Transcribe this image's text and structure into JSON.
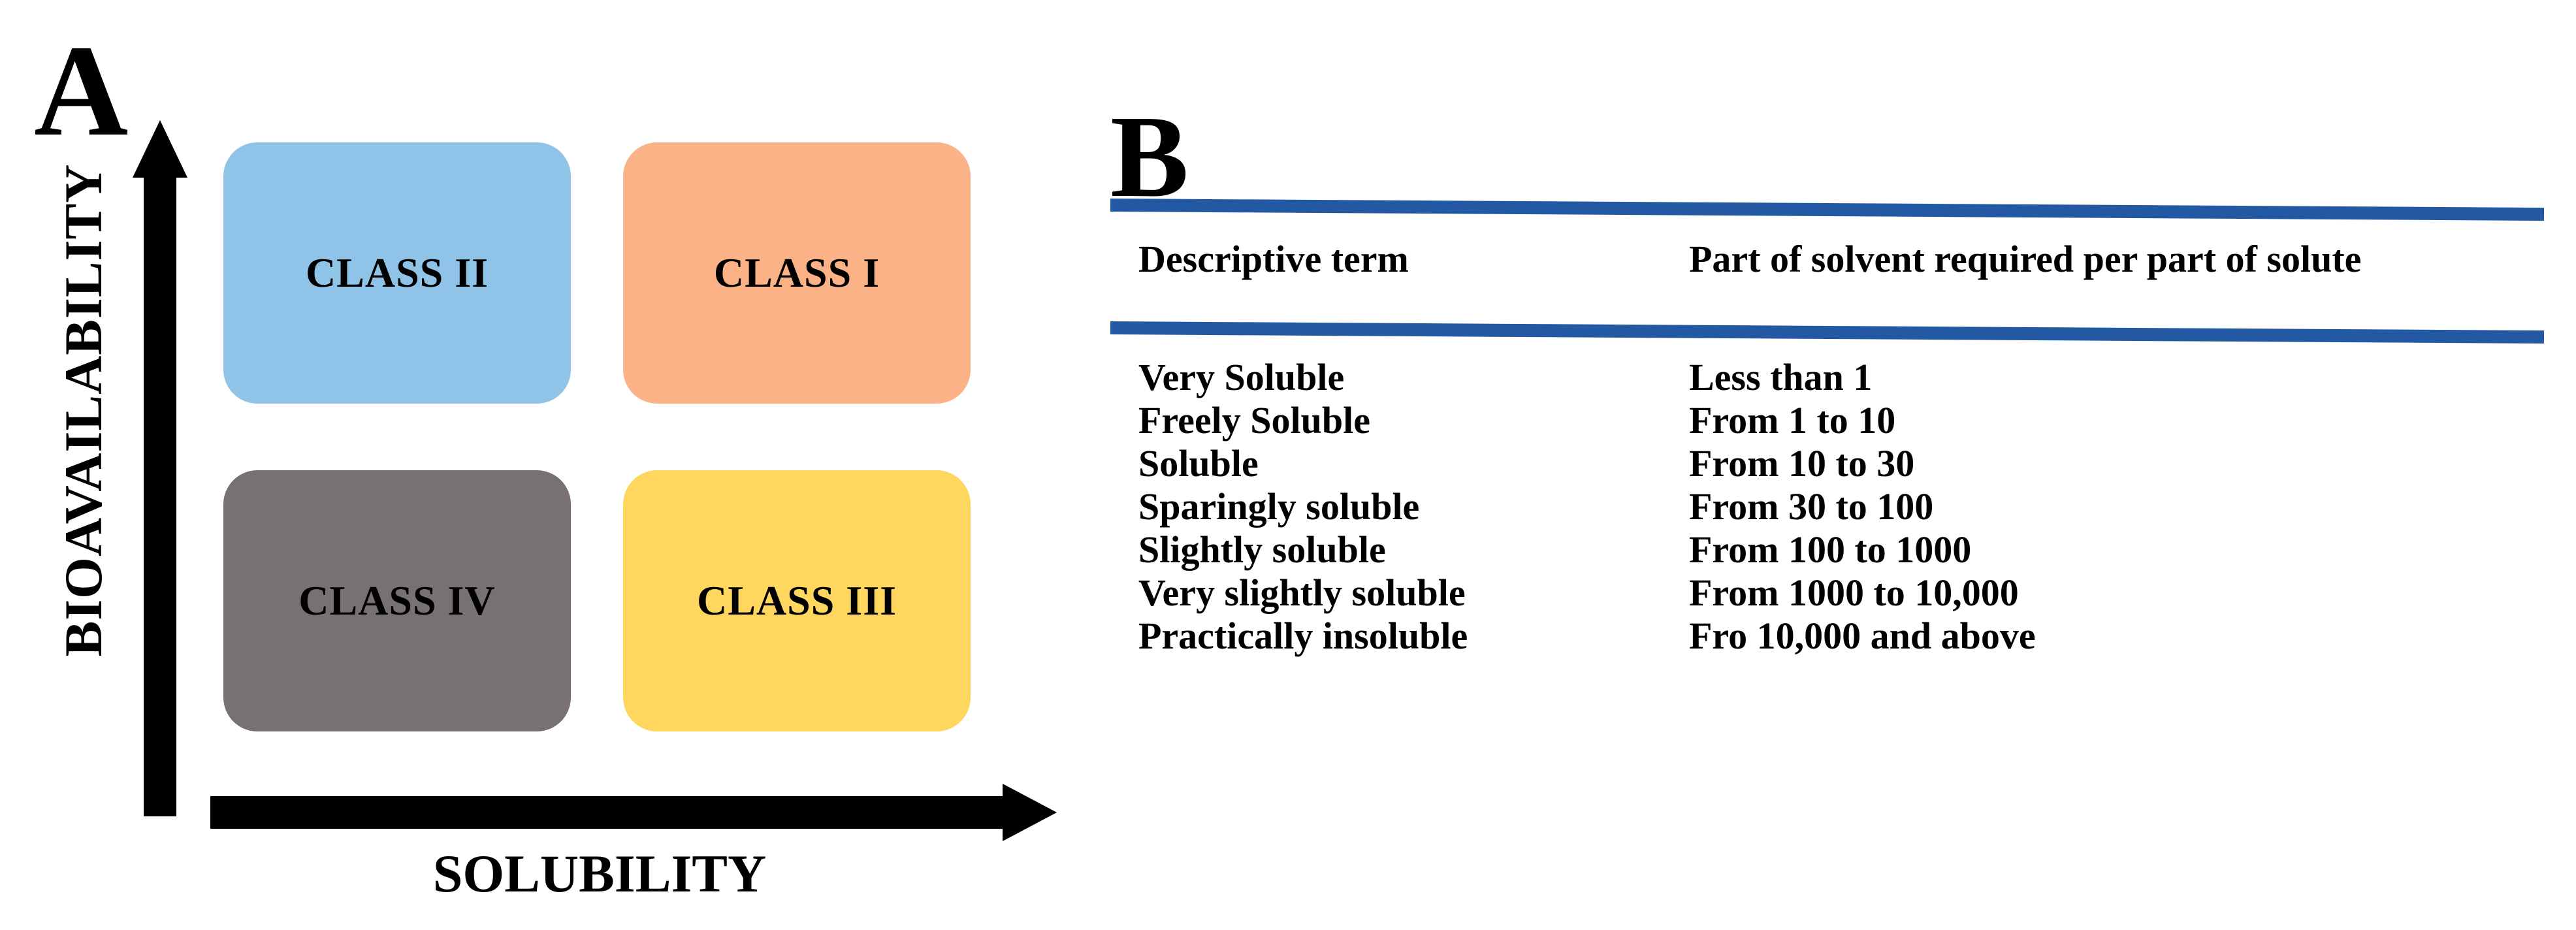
{
  "panel_a": {
    "letter": "A",
    "y_axis_label": "BIOAVAILABILITY",
    "x_axis_label": "SOLUBILITY",
    "quadrants": [
      {
        "label": "CLASS II",
        "color": "#8FC3E7"
      },
      {
        "label": "CLASS I",
        "color": "#FBB286"
      },
      {
        "label": "CLASS IV",
        "color": "#787171"
      },
      {
        "label": "CLASS III",
        "color": "#FFD75E"
      }
    ]
  },
  "panel_b": {
    "letter": "B",
    "rule_color": "#2358A3",
    "headers": {
      "term": "Descriptive term",
      "parts": "Part of solvent required per part of solute"
    },
    "rows": [
      {
        "term": "Very Soluble",
        "parts": "Less than 1"
      },
      {
        "term": "Freely Soluble",
        "parts": "From 1 to 10"
      },
      {
        "term": "Soluble",
        "parts": "From 10 to 30"
      },
      {
        "term": "Sparingly soluble",
        "parts": "From 30 to 100"
      },
      {
        "term": "Slightly soluble",
        "parts": "From 100 to 1000"
      },
      {
        "term": "Very slightly soluble",
        "parts": "From 1000 to 10,000"
      },
      {
        "term": "Practically insoluble",
        "parts": "Fro 10,000 and above"
      }
    ]
  }
}
